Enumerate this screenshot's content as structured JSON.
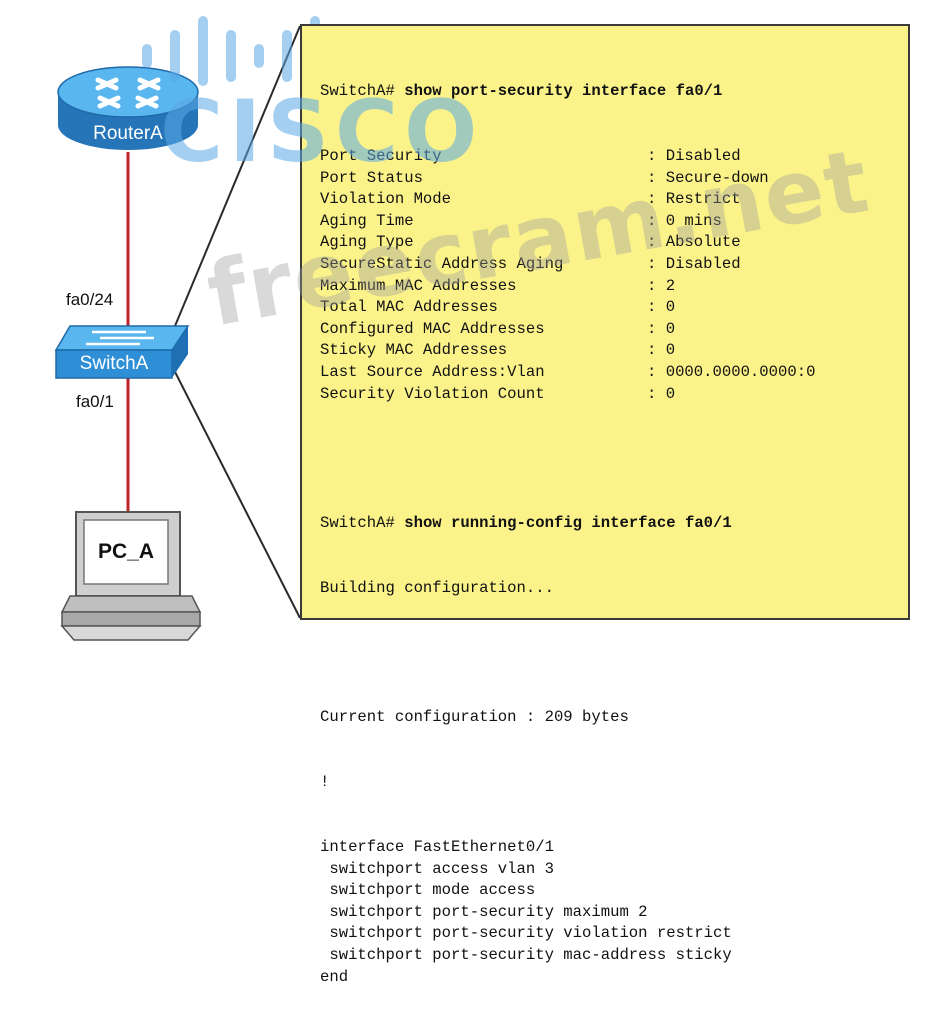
{
  "devices": {
    "router": "RouterA",
    "switch": "SwitchA",
    "pc": "PC_A"
  },
  "ports": {
    "uplink": "fa0/24",
    "access": "fa0/1"
  },
  "terminal": {
    "cmd1": {
      "prompt": "SwitchA#",
      "command": "show port-security interface fa0/1"
    },
    "port_security_rows": [
      {
        "key": "Port Security",
        "value": ": Disabled"
      },
      {
        "key": "Port Status",
        "value": ": Secure-down"
      },
      {
        "key": "Violation Mode",
        "value": ": Restrict"
      },
      {
        "key": "Aging Time",
        "value": ": 0 mins"
      },
      {
        "key": "Aging Type",
        "value": ": Absolute"
      },
      {
        "key": "SecureStatic Address Aging",
        "value": ": Disabled"
      },
      {
        "key": "Maximum MAC Addresses",
        "value": ": 2"
      },
      {
        "key": "Total MAC Addresses",
        "value": ": 0"
      },
      {
        "key": "Configured MAC Addresses",
        "value": ": 0"
      },
      {
        "key": "Sticky MAC Addresses",
        "value": ": 0"
      },
      {
        "key": "Last Source Address:Vlan",
        "value": ": 0000.0000.0000:0"
      },
      {
        "key": "Security Violation Count",
        "value": ": 0"
      }
    ],
    "cmd2": {
      "prompt": "SwitchA#",
      "command": "show running-config interface fa0/1"
    },
    "building": "Building configuration...",
    "current_config": "Current configuration : 209 bytes",
    "bang": "!",
    "config_lines": [
      "interface FastEthernet0/1",
      " switchport access vlan 3",
      " switchport mode access",
      " switchport port-security maximum 2",
      " switchport port-security violation restrict",
      " switchport port-security mac-address sticky",
      "end"
    ]
  },
  "watermarks": {
    "brand": "CISCO",
    "site": "freecram.net"
  },
  "colors": {
    "terminal_bg": "#fbf38a",
    "cable": "#c0202a",
    "device_blue": "#2f8fd6"
  }
}
